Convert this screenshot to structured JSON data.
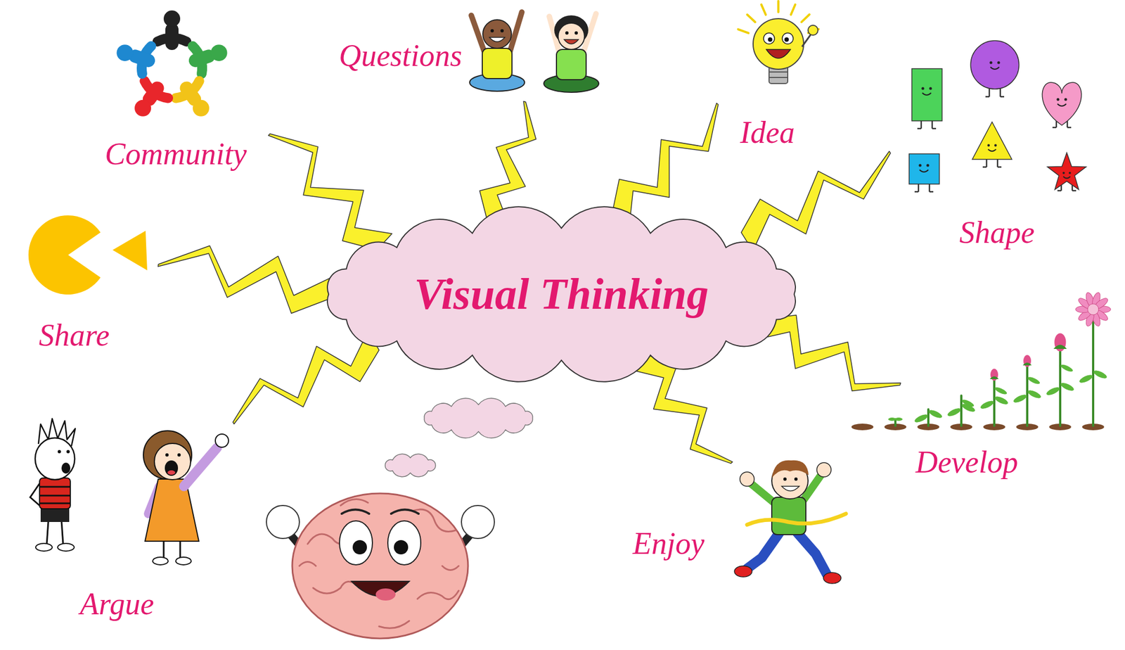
{
  "diagram": {
    "nodes": [
      {
        "text": [
          "Visual Thinking"
        ]
      }
    ],
    "labels": [
      "Questions",
      "Community",
      "Idea",
      "Shape",
      "Share",
      "Develop",
      "Enjoy",
      "Argue"
    ]
  }
}
